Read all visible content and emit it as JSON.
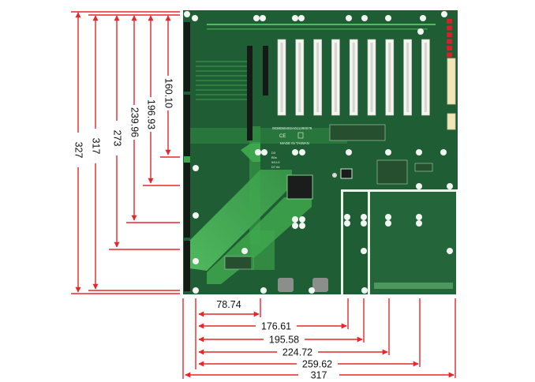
{
  "figure": {
    "subject": "PICMG backplane board with dimension callouts",
    "units": "mm",
    "colors": {
      "board": "#1f5e34",
      "board_light": "#3fa14f",
      "trace": "#4cbf5a",
      "slot_white": "#f4f4f0",
      "connector_black": "#161a16",
      "dimension_red": "#e8262c",
      "label_text": "#111111",
      "led_red": "#d8202a",
      "power_conn": "#f2e6b8"
    }
  },
  "board": {
    "silkscreen": {
      "serial": "0038050402A011290078",
      "made_in": "MADE IN TAIWAN",
      "ce_mark": "CE",
      "revision_lines": [
        "D3",
        "B0s",
        "94V-0",
        "D7 lfd"
      ]
    },
    "components": {
      "pci_slot_count": 9,
      "pcie_slot_count": 2,
      "isa_edge_connector_count": 4,
      "red_led_count": 6,
      "atx_power_connectors": 2,
      "main_chip": "bridge-controller",
      "regulator": "voltage-regulator"
    }
  },
  "dimensions": {
    "vertical": [
      {
        "name": "height-160-10",
        "label": "160.10",
        "value": 160.1
      },
      {
        "name": "height-196-93",
        "label": "196.93",
        "value": 196.93
      },
      {
        "name": "height-239-96",
        "label": "239.96",
        "value": 239.96
      },
      {
        "name": "height-273",
        "label": "273",
        "value": 273
      },
      {
        "name": "height-317",
        "label": "317",
        "value": 317
      },
      {
        "name": "height-327",
        "label": "327",
        "value": 327
      }
    ],
    "horizontal": [
      {
        "name": "width-78-74",
        "label": "78.74",
        "value": 78.74
      },
      {
        "name": "width-176-61",
        "label": "176.61",
        "value": 176.61
      },
      {
        "name": "width-195-58",
        "label": "195.58",
        "value": 195.58
      },
      {
        "name": "width-224-72",
        "label": "224.72",
        "value": 224.72
      },
      {
        "name": "width-259-62",
        "label": "259.62",
        "value": 259.62
      },
      {
        "name": "width-317",
        "label": "317",
        "value": 317
      }
    ]
  }
}
